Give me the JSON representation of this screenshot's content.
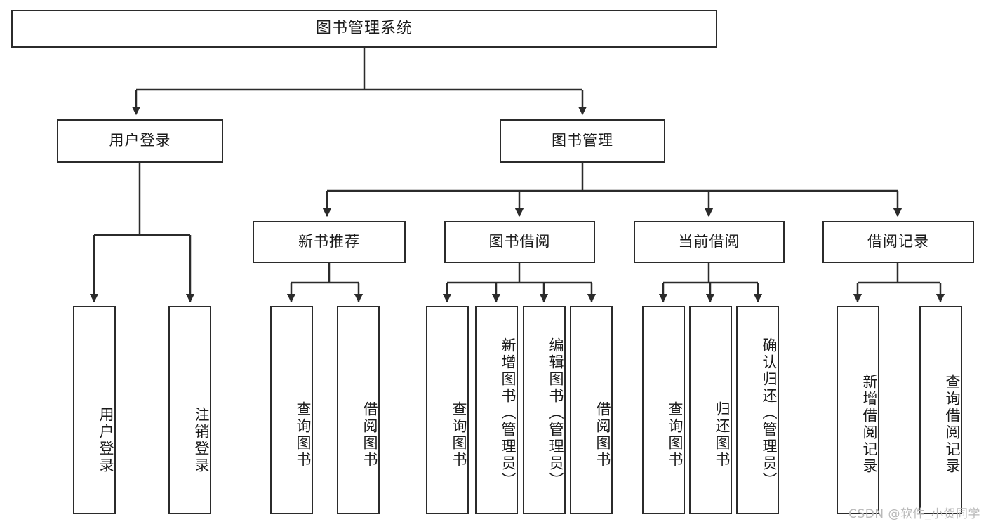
{
  "diagram": {
    "type": "tree-hierarchy",
    "title": "图书管理系统",
    "watermark": "CSDN @软件_小贺同学",
    "colors": {
      "box_border": "#2b2b2b",
      "box_fill": "#ffffff",
      "connector": "#2b2b2b",
      "text": "#1a1a1a",
      "watermark": "#b9b9b9",
      "background": "#ffffff"
    },
    "root": {
      "label": "图书管理系统"
    },
    "level2": [
      {
        "id": "user-login",
        "label": "用户登录"
      },
      {
        "id": "book-management",
        "label": "图书管理"
      }
    ],
    "level3": [
      {
        "id": "new-book-recommend",
        "label": "新书推荐"
      },
      {
        "id": "book-borrow",
        "label": "图书借阅"
      },
      {
        "id": "current-borrow",
        "label": "当前借阅"
      },
      {
        "id": "borrow-record",
        "label": "借阅记录"
      }
    ],
    "leaves": {
      "user_login": [
        {
          "id": "leaf-user-login",
          "label": "用户登录"
        },
        {
          "id": "leaf-logout-login",
          "label": "注销登录"
        }
      ],
      "new_book_recommend": [
        {
          "id": "leaf-query-book-1",
          "label": "查询图书"
        },
        {
          "id": "leaf-borrow-book-1",
          "label": "借阅图书"
        }
      ],
      "book_borrow": [
        {
          "id": "leaf-query-book-2",
          "label": "查询图书"
        },
        {
          "id": "leaf-add-book",
          "label": "新增图书（管理员）"
        },
        {
          "id": "leaf-edit-book",
          "label": "编辑图书（管理员）"
        },
        {
          "id": "leaf-borrow-book-2",
          "label": "借阅图书"
        }
      ],
      "current_borrow": [
        {
          "id": "leaf-query-book-3",
          "label": "查询图书"
        },
        {
          "id": "leaf-return-book",
          "label": "归还图书"
        },
        {
          "id": "leaf-confirm-return",
          "label": "确认归还（管理员）"
        }
      ],
      "borrow_record": [
        {
          "id": "leaf-add-record",
          "label": "新增借阅记录"
        },
        {
          "id": "leaf-query-record",
          "label": "查询借阅记录"
        }
      ]
    }
  }
}
